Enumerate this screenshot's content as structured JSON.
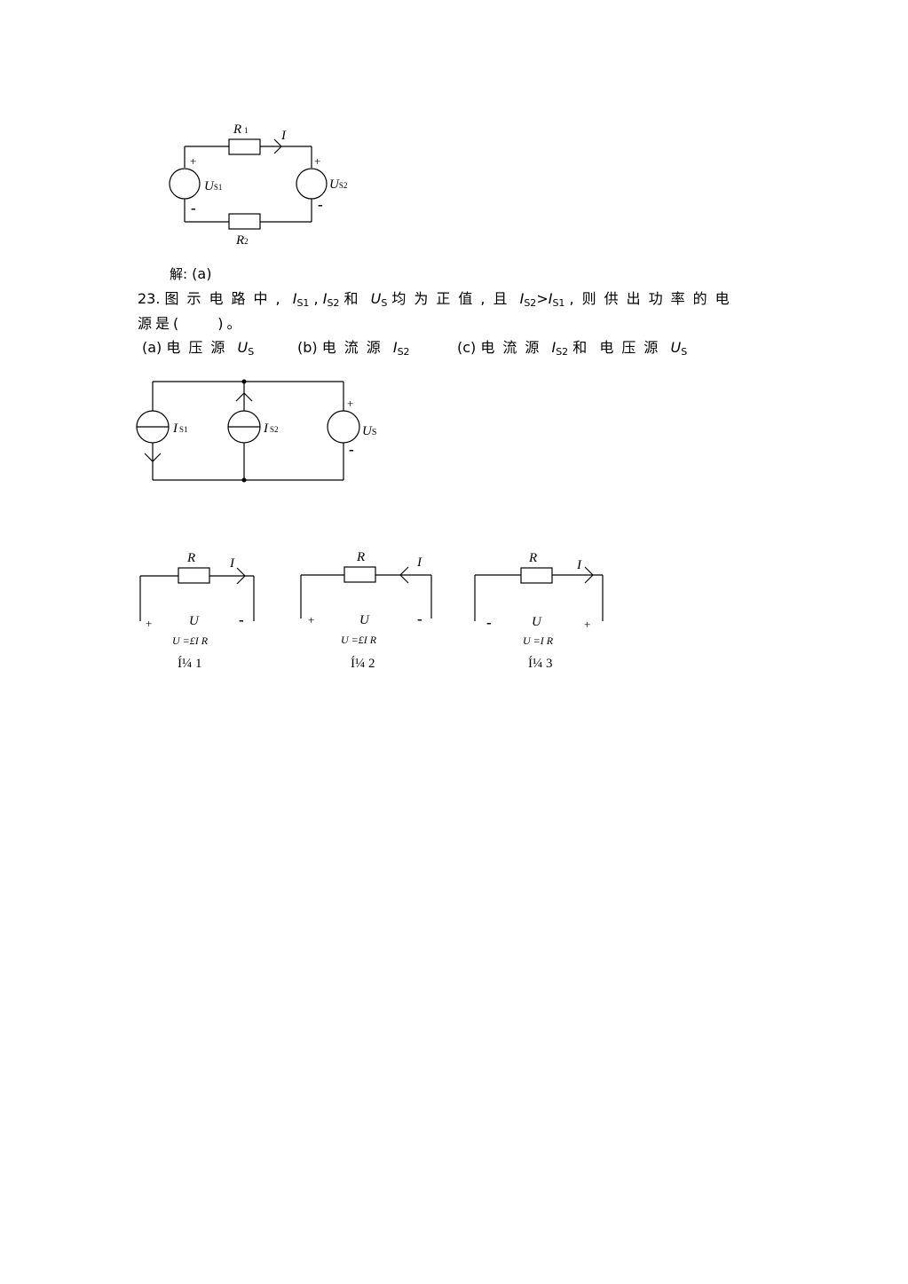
{
  "circuit1": {
    "r1": "R",
    "r1_sub": "1",
    "r2": "R",
    "r2_sub": "2",
    "current": "I",
    "us1": "U",
    "us1_sub": "S1",
    "us2": "U",
    "us2_sub": "S2",
    "plus": "+",
    "minus": "-"
  },
  "solution": {
    "label": "解:",
    "answer": "(a)"
  },
  "question": {
    "number": "23.",
    "text_a": "图示电路中,",
    "is1": "I",
    "is1_sub": "S1",
    "comma1": ",",
    "is2": "I",
    "is2_sub": "S2",
    "and": "和",
    "us": "U",
    "us_sub": "S",
    "text_b": "均为正值,且",
    "cond_is2": "I",
    "cond_is2_sub": "S2",
    "gt": ">",
    "cond_is1": "I",
    "cond_is1_sub": "S1",
    "text_c": ",则供出功率的电",
    "line2": "源是(　　)。",
    "options": {
      "a_label": "(a)",
      "a_text": "电压源",
      "a_sym": "U",
      "a_sub": "S",
      "b_label": "(b)",
      "b_text": "电流源",
      "b_sym": "I",
      "b_sub": "S2",
      "c_label": "(c)",
      "c_text": "电流源",
      "c_sym": "I",
      "c_sub": "S2",
      "c_and": "和",
      "c_text2": "电压源",
      "c_sym2": "U",
      "c_sub2": "S"
    }
  },
  "circuit2": {
    "is1": "I",
    "is1_sub": "S1",
    "is2": "I",
    "is2_sub": "S2",
    "us": "U",
    "us_sub": "S",
    "plus": "+",
    "minus": "-"
  },
  "figures": [
    {
      "r": "R",
      "i": "I",
      "u": "U",
      "left_sign": "+",
      "right_sign": "-",
      "eq": "U =£I R",
      "caption": "Í¼ 1"
    },
    {
      "r": "R",
      "i": "I",
      "u": "U",
      "left_sign": "+",
      "right_sign": "-",
      "eq": "U =£I R",
      "caption": "Í¼ 2"
    },
    {
      "r": "R",
      "i": "I",
      "u": "U",
      "left_sign": "-",
      "right_sign": "+",
      "eq": "U =I R",
      "caption": "Í¼ 3"
    }
  ]
}
